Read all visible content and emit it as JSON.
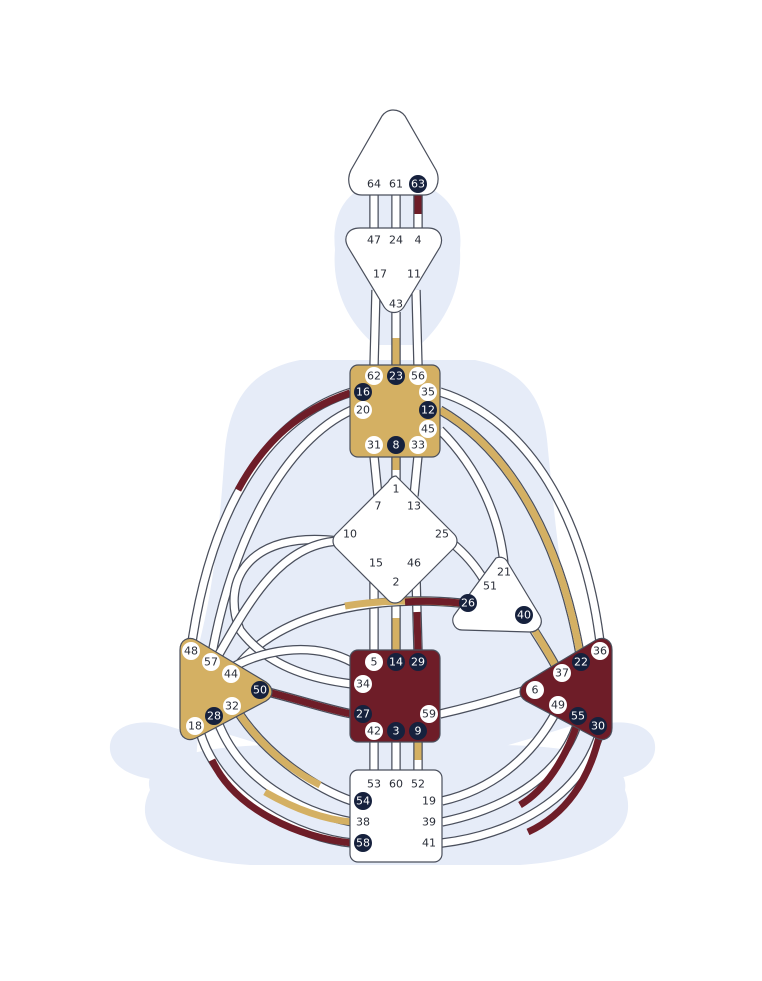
{
  "colors": {
    "silhouette": "#e6ecf8",
    "outline": "#4a4f5c",
    "channel_fill": "#ffffff",
    "gold": "#d4b063",
    "maroon": "#6e1d28",
    "navy": "#16213d",
    "undefined_center": "#ffffff",
    "text_dark": "#2a2e38",
    "text_light": "#ffffff"
  },
  "centers": [
    {
      "name": "head",
      "fill": "undefined_center"
    },
    {
      "name": "ajna",
      "fill": "undefined_center"
    },
    {
      "name": "throat",
      "fill": "gold"
    },
    {
      "name": "g",
      "fill": "undefined_center"
    },
    {
      "name": "heart",
      "fill": "undefined_center"
    },
    {
      "name": "sacral",
      "fill": "maroon"
    },
    {
      "name": "spleen",
      "fill": "gold"
    },
    {
      "name": "solar-plexus",
      "fill": "maroon"
    },
    {
      "name": "root",
      "fill": "undefined_center"
    }
  ],
  "gates": [
    {
      "n": "64",
      "style": "plain"
    },
    {
      "n": "61",
      "style": "plain"
    },
    {
      "n": "63",
      "style": "navy"
    },
    {
      "n": "47",
      "style": "plain"
    },
    {
      "n": "24",
      "style": "plain"
    },
    {
      "n": "4",
      "style": "plain"
    },
    {
      "n": "17",
      "style": "plain"
    },
    {
      "n": "11",
      "style": "plain"
    },
    {
      "n": "43",
      "style": "plain"
    },
    {
      "n": "62",
      "style": "white"
    },
    {
      "n": "23",
      "style": "navy"
    },
    {
      "n": "56",
      "style": "white"
    },
    {
      "n": "16",
      "style": "navy"
    },
    {
      "n": "35",
      "style": "white"
    },
    {
      "n": "20",
      "style": "white"
    },
    {
      "n": "12",
      "style": "navy"
    },
    {
      "n": "45",
      "style": "white"
    },
    {
      "n": "31",
      "style": "white"
    },
    {
      "n": "8",
      "style": "navy"
    },
    {
      "n": "33",
      "style": "white"
    },
    {
      "n": "1",
      "style": "plain"
    },
    {
      "n": "7",
      "style": "plain"
    },
    {
      "n": "13",
      "style": "plain"
    },
    {
      "n": "10",
      "style": "plain"
    },
    {
      "n": "25",
      "style": "plain"
    },
    {
      "n": "15",
      "style": "plain"
    },
    {
      "n": "46",
      "style": "plain"
    },
    {
      "n": "2",
      "style": "plain"
    },
    {
      "n": "21",
      "style": "plain"
    },
    {
      "n": "51",
      "style": "plain"
    },
    {
      "n": "26",
      "style": "navy"
    },
    {
      "n": "40",
      "style": "navy"
    },
    {
      "n": "5",
      "style": "white"
    },
    {
      "n": "14",
      "style": "navy"
    },
    {
      "n": "29",
      "style": "navy"
    },
    {
      "n": "34",
      "style": "white"
    },
    {
      "n": "27",
      "style": "navy"
    },
    {
      "n": "59",
      "style": "white"
    },
    {
      "n": "42",
      "style": "white"
    },
    {
      "n": "3",
      "style": "navy"
    },
    {
      "n": "9",
      "style": "navy"
    },
    {
      "n": "48",
      "style": "white"
    },
    {
      "n": "57",
      "style": "white"
    },
    {
      "n": "44",
      "style": "white"
    },
    {
      "n": "50",
      "style": "navy"
    },
    {
      "n": "32",
      "style": "white"
    },
    {
      "n": "28",
      "style": "navy"
    },
    {
      "n": "18",
      "style": "white"
    },
    {
      "n": "36",
      "style": "white"
    },
    {
      "n": "22",
      "style": "navy"
    },
    {
      "n": "37",
      "style": "white"
    },
    {
      "n": "6",
      "style": "white"
    },
    {
      "n": "49",
      "style": "white"
    },
    {
      "n": "55",
      "style": "navy"
    },
    {
      "n": "30",
      "style": "navy"
    },
    {
      "n": "53",
      "style": "plain"
    },
    {
      "n": "60",
      "style": "plain"
    },
    {
      "n": "52",
      "style": "plain"
    },
    {
      "n": "54",
      "style": "navy"
    },
    {
      "n": "19",
      "style": "plain"
    },
    {
      "n": "38",
      "style": "plain"
    },
    {
      "n": "39",
      "style": "plain"
    },
    {
      "n": "58",
      "style": "navy"
    },
    {
      "n": "41",
      "style": "plain"
    }
  ]
}
